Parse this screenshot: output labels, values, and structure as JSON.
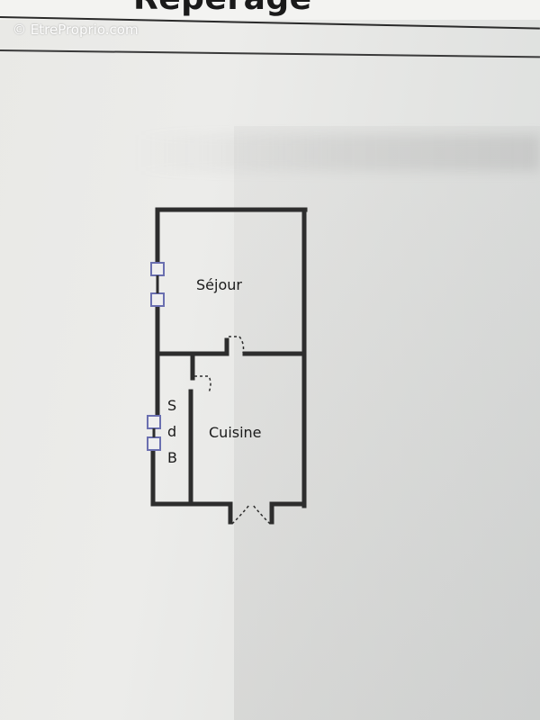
{
  "header": {
    "title": "Repérage",
    "watermark": "© EtreProprio.com"
  },
  "floor_plan": {
    "rooms": {
      "sejour": "Séjour",
      "cuisine": "Cuisine",
      "sdb_s": "S",
      "sdb_d": "d",
      "sdb_b": "B"
    },
    "colors": {
      "wall": "#2d2d2d",
      "window": "#6a6fb0",
      "paper": "#ebebe8"
    }
  }
}
